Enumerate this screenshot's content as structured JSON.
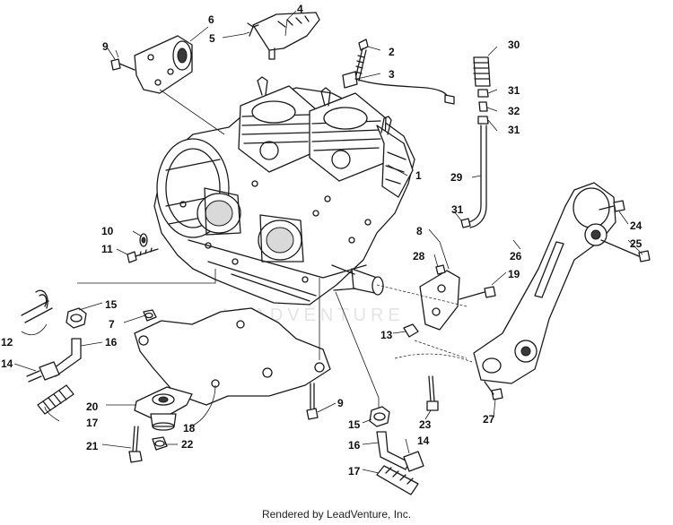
{
  "watermark": "LEADVENTURE",
  "footer": "Rendered by LeadVenture, Inc.",
  "callouts": [
    "1",
    "2",
    "3",
    "4",
    "5",
    "6",
    "7",
    "8",
    "9",
    "9",
    "10",
    "11",
    "12",
    "13",
    "14",
    "14",
    "15",
    "15",
    "16",
    "16",
    "17",
    "17",
    "18",
    "19",
    "20",
    "21",
    "22",
    "23",
    "24",
    "25",
    "26",
    "27",
    "28",
    "29",
    "30",
    "31",
    "31",
    "31",
    "32"
  ]
}
